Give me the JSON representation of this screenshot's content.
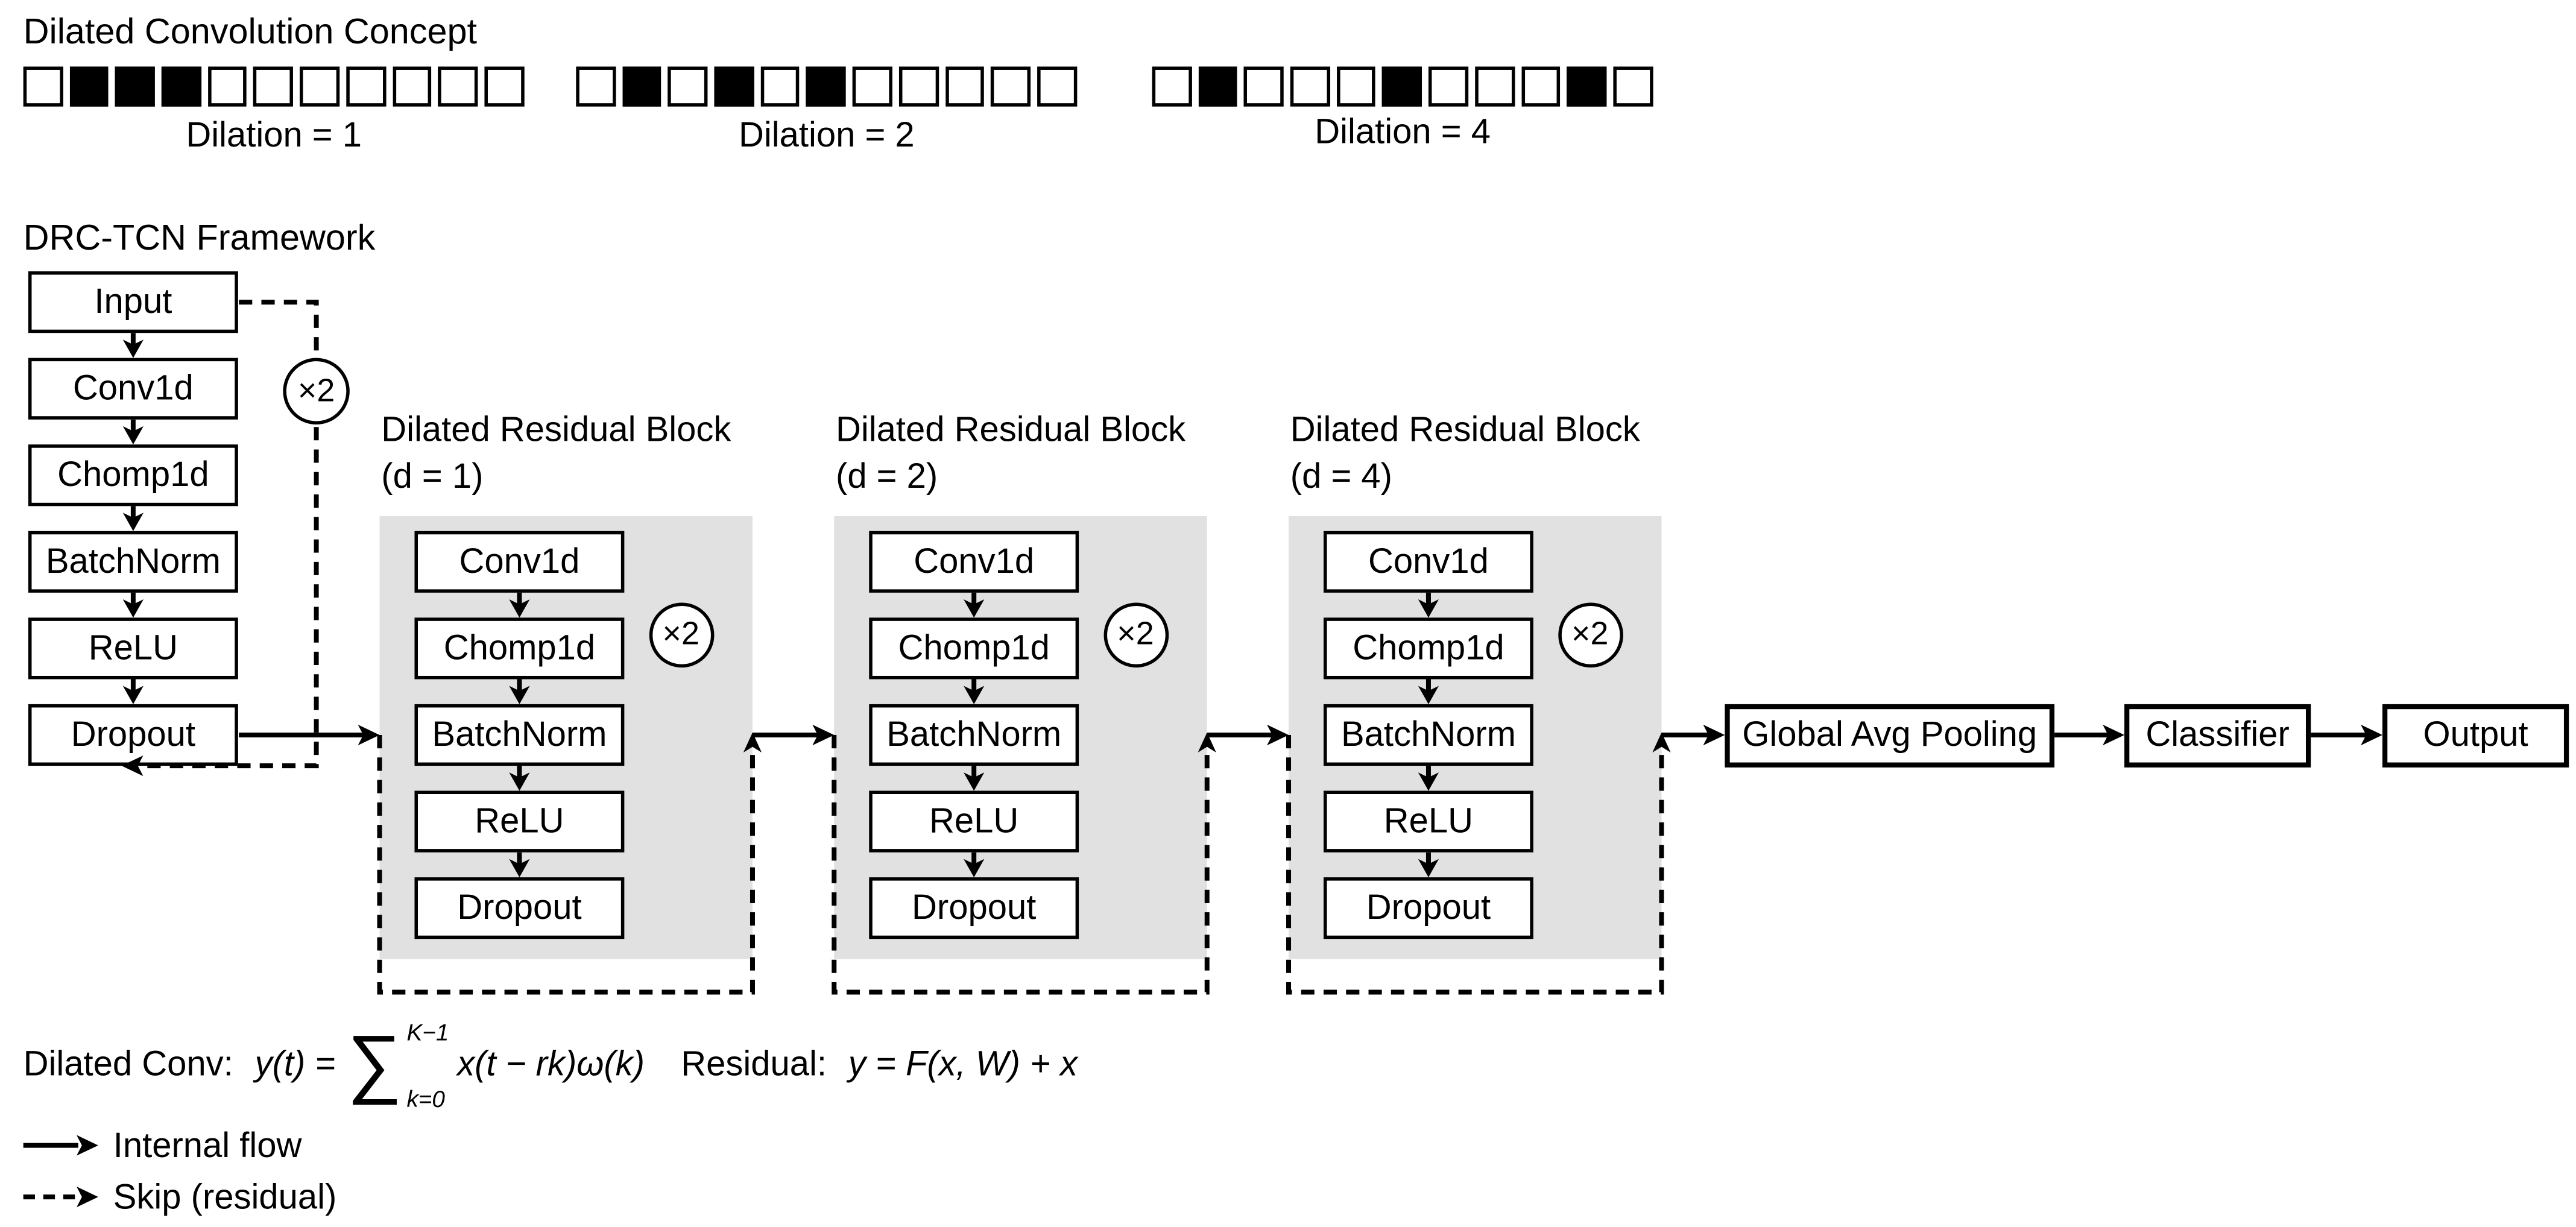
{
  "concept": {
    "title": "Dilated Convolution Concept",
    "rows": [
      {
        "label": "Dilation = 1",
        "pattern": [
          0,
          1,
          1,
          1,
          0,
          0,
          0,
          0,
          0,
          0,
          0
        ]
      },
      {
        "label": "Dilation = 2",
        "pattern": [
          0,
          1,
          0,
          1,
          0,
          1,
          0,
          0,
          0,
          0,
          0
        ]
      },
      {
        "label": "Dilation = 4",
        "pattern": [
          0,
          1,
          0,
          0,
          0,
          1,
          0,
          0,
          0,
          1,
          0
        ]
      }
    ]
  },
  "framework": {
    "title": "DRC-TCN Framework",
    "stem_layers": [
      "Input",
      "Conv1d",
      "Chomp1d",
      "BatchNorm",
      "ReLU",
      "Dropout"
    ],
    "repeat_badge": "×2"
  },
  "blocks": [
    {
      "title": "Dilated Residual Block",
      "subtitle": "(d = 1)"
    },
    {
      "title": "Dilated Residual Block",
      "subtitle": "(d = 2)"
    },
    {
      "title": "Dilated Residual Block",
      "subtitle": "(d = 4)"
    }
  ],
  "block_layers": [
    "Conv1d",
    "Chomp1d",
    "BatchNorm",
    "ReLU",
    "Dropout"
  ],
  "head": {
    "global_avg_pooling": "Global Avg Pooling",
    "classifier": "Classifier",
    "output": "Output"
  },
  "equations": {
    "dilated_label": "Dilated Conv:",
    "dilated_lhs": "y(t) = ",
    "sum_symbol": "∑",
    "sum_upper": "K−1",
    "sum_lower": "k=0",
    "dilated_rhs": "x(t − rk)ω(k)",
    "residual_label": "Residual:",
    "residual_formula": "y = F(x, W) + x"
  },
  "legend": [
    {
      "style": "solid",
      "label": "Internal flow"
    },
    {
      "style": "dashed",
      "label": "Skip (residual)"
    }
  ],
  "colors": {
    "ink": "#000000",
    "block_bg": "#e1e1e1",
    "paper": "#ffffff"
  }
}
